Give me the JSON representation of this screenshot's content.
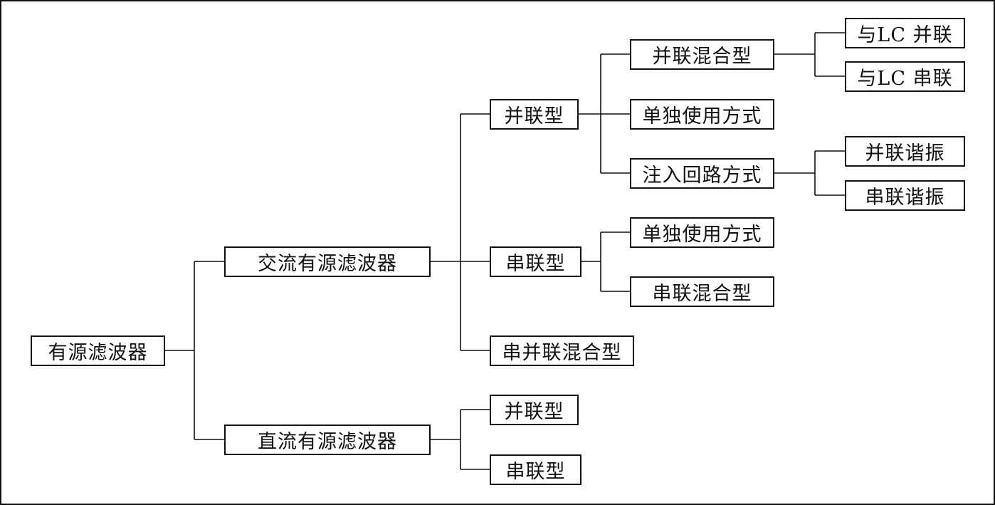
{
  "diagram": {
    "root": "有源滤波器",
    "ac": "交流有源滤波器",
    "dc": "直流有源滤波器",
    "ac_parallel": "并联型",
    "ac_series": "串联型",
    "ac_mixed": "串并联混合型",
    "dc_parallel": "并联型",
    "dc_series": "串联型",
    "par_mixed": "并联混合型",
    "par_single": "单独使用方式",
    "par_inject": "注入回路方式",
    "with_lc_parallel": "与LC 并联",
    "with_lc_series": "与LC 串联",
    "parallel_resonance": "并联谐振",
    "series_resonance": "串联谐振",
    "ser_single": "单独使用方式",
    "ser_mixed": "串联混合型"
  }
}
